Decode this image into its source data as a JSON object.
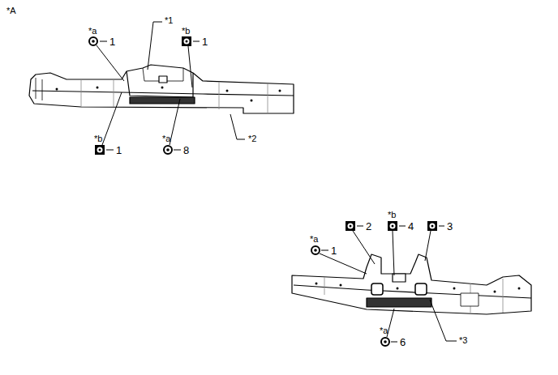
{
  "diagram": {
    "labels": [
      "*A",
      "*a",
      "1",
      "*1",
      "*b",
      "1",
      "*b",
      "1",
      "*a",
      "8",
      "*2",
      "2",
      "*b",
      "4",
      "3",
      "*a",
      "1",
      "*a",
      "6",
      "*3"
    ]
  }
}
